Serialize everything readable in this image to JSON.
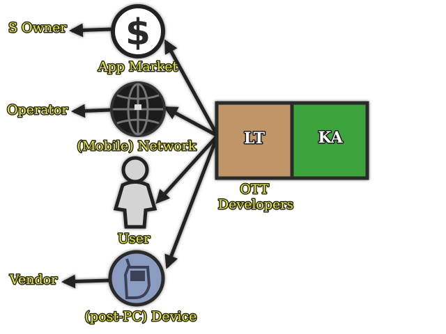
{
  "nodes": {
    "app_market": "App Market",
    "network": "(Mobile) Network",
    "user": "User",
    "device": "(post-PC) Device",
    "ott": "OTT",
    "developers": "Developers"
  },
  "external": {
    "owner": "S Owner",
    "operator": "Operator",
    "vendor": "Vendor"
  },
  "boxes": {
    "left": "LT",
    "right": "KA"
  },
  "icons": {
    "app_market": "dollar-icon",
    "network": "globe-icon",
    "user": "person-icon",
    "device": "mobile-phone-icon"
  },
  "colors": {
    "label": "#e8e84a",
    "box_left": "#c09668",
    "box_right": "#3ea33e",
    "device_circle": "#8a9cc0"
  }
}
